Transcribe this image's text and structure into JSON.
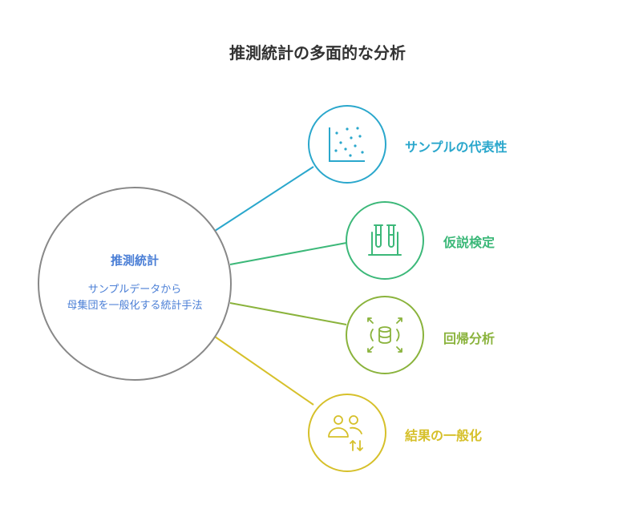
{
  "title": "推測統計の多面的な分析",
  "center": {
    "title": "推測統計",
    "description_lines": [
      "サンプルデータから",
      "母集団を一般化する統計手法"
    ]
  },
  "branches": [
    {
      "label": "サンプルの代表性",
      "icon": "scatter-plot-icon",
      "color": "#2aa7cc"
    },
    {
      "label": "仮説検定",
      "icon": "test-tubes-icon",
      "color": "#3cb879"
    },
    {
      "label": "回帰分析",
      "icon": "database-expand-icon",
      "color": "#8ab33c"
    },
    {
      "label": "結果の一般化",
      "icon": "users-exchange-icon",
      "color": "#d6c02a"
    }
  ],
  "colors": {
    "center_circle": "#888888",
    "center_text": "#4b7fd6",
    "title": "#333333"
  }
}
